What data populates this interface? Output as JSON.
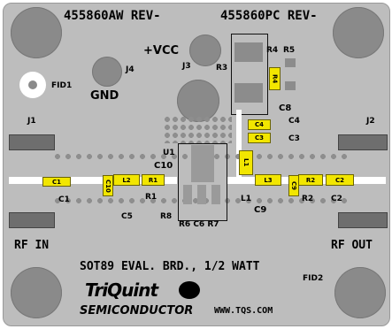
{
  "labels": {
    "part_aw": "455860AW REV-",
    "part_pc": "455860PC REV-",
    "vcc": "+VCC",
    "gnd": "GND",
    "j1": "J1",
    "j2": "J2",
    "j3": "J3",
    "j4": "J4",
    "fid1": "FID1",
    "fid2": "FID2",
    "rf_in": "RF IN",
    "rf_out": "RF OUT",
    "board_title": "SOT89 EVAL. BRD., 1/2 WATT",
    "website": "WWW.TQS.COM",
    "logo_line1": "TriQuint",
    "logo_line2": "SEMICONDUCTOR",
    "u1": "U1",
    "c10": "C10",
    "c8": "C8",
    "c9": "C9",
    "c1": "C1",
    "c2": "C2",
    "c3": "C3",
    "c4": "C4",
    "c5": "C5",
    "r1": "R1",
    "r2": "R2",
    "r3": "R3",
    "r4": "R4",
    "r5": "R5",
    "r6": "R6",
    "r8": "R8",
    "l1": "L1",
    "bottom_row": "R6 C6 R7"
  },
  "components": {
    "c1": "C1",
    "c2": "C2",
    "c3": "C3",
    "c4": "C4",
    "c10": "C10",
    "c9": "C9",
    "l1": "L1",
    "l2": "L2",
    "l3": "L3",
    "r1": "R1",
    "r2": "R2",
    "r4": "R4"
  },
  "colors": {
    "board": "#bdbdbd",
    "component": "#f2e600",
    "trace": "#ffffff",
    "pad": "#8a8a8a"
  }
}
